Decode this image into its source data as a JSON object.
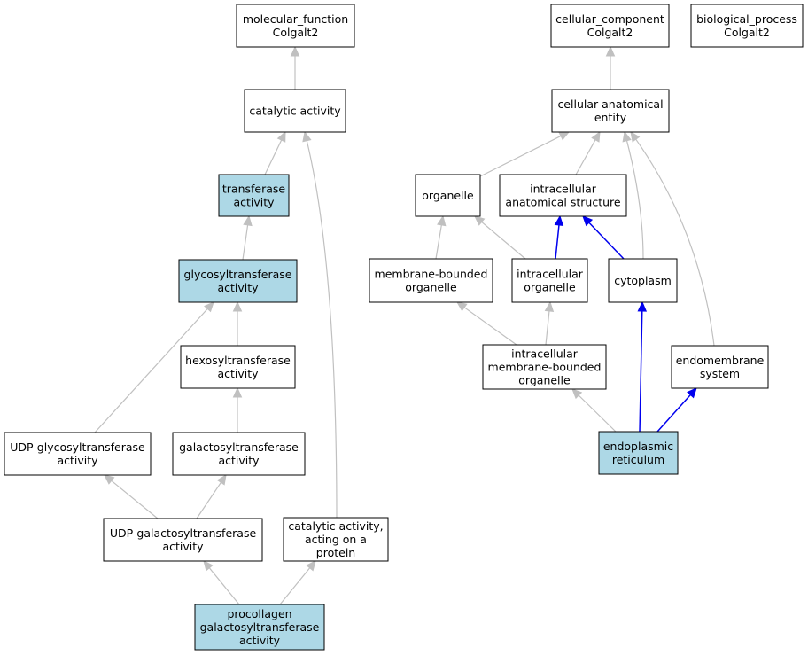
{
  "colors": {
    "highlight_fill": "#add8e6",
    "plain_fill": "#ffffff",
    "gray_edge": "#c0c0c0",
    "blue_edge": "#0000ee"
  },
  "nodes": {
    "molecular_function": {
      "lines": [
        "molecular_function",
        "Colgalt2"
      ],
      "highlight": false
    },
    "catalytic_activity": {
      "lines": [
        "catalytic activity"
      ],
      "highlight": false
    },
    "transferase_activity": {
      "lines": [
        "transferase",
        "activity"
      ],
      "highlight": true
    },
    "glycosyltransferase_activity": {
      "lines": [
        "glycosyltransferase",
        "activity"
      ],
      "highlight": true
    },
    "hexosyltransferase_activity": {
      "lines": [
        "hexosyltransferase",
        "activity"
      ],
      "highlight": false
    },
    "udp_glycosyltransferase_activity": {
      "lines": [
        "UDP-glycosyltransferase",
        "activity"
      ],
      "highlight": false
    },
    "galactosyltransferase_activity": {
      "lines": [
        "galactosyltransferase",
        "activity"
      ],
      "highlight": false
    },
    "udp_galactosyltransferase_activity": {
      "lines": [
        "UDP-galactosyltransferase",
        "activity"
      ],
      "highlight": false
    },
    "catalytic_activity_acting_on_protein": {
      "lines": [
        "catalytic activity,",
        "acting on a",
        "protein"
      ],
      "highlight": false
    },
    "procollagen_galactosyltransferase_activity": {
      "lines": [
        "procollagen",
        "galactosyltransferase",
        "activity"
      ],
      "highlight": true
    },
    "cellular_component": {
      "lines": [
        "cellular_component",
        "Colgalt2"
      ],
      "highlight": false
    },
    "biological_process": {
      "lines": [
        "biological_process",
        "Colgalt2"
      ],
      "highlight": false
    },
    "cellular_anatomical_entity": {
      "lines": [
        "cellular anatomical",
        "entity"
      ],
      "highlight": false
    },
    "organelle": {
      "lines": [
        "organelle"
      ],
      "highlight": false
    },
    "intracellular_anatomical_structure": {
      "lines": [
        "intracellular",
        "anatomical structure"
      ],
      "highlight": false
    },
    "membrane_bounded_organelle": {
      "lines": [
        "membrane-bounded",
        "organelle"
      ],
      "highlight": false
    },
    "intracellular_organelle": {
      "lines": [
        "intracellular",
        "organelle"
      ],
      "highlight": false
    },
    "cytoplasm": {
      "lines": [
        "cytoplasm"
      ],
      "highlight": false
    },
    "intracellular_membrane_bounded_organelle": {
      "lines": [
        "intracellular",
        "membrane-bounded",
        "organelle"
      ],
      "highlight": false
    },
    "endomembrane_system": {
      "lines": [
        "endomembrane",
        "system"
      ],
      "highlight": false
    },
    "endoplasmic_reticulum": {
      "lines": [
        "endoplasmic",
        "reticulum"
      ],
      "highlight": true
    }
  },
  "edges": [
    {
      "from": "catalytic_activity",
      "to": "molecular_function",
      "color": "gray"
    },
    {
      "from": "transferase_activity",
      "to": "catalytic_activity",
      "color": "gray"
    },
    {
      "from": "glycosyltransferase_activity",
      "to": "transferase_activity",
      "color": "gray"
    },
    {
      "from": "hexosyltransferase_activity",
      "to": "glycosyltransferase_activity",
      "color": "gray"
    },
    {
      "from": "udp_glycosyltransferase_activity",
      "to": "glycosyltransferase_activity",
      "color": "gray"
    },
    {
      "from": "galactosyltransferase_activity",
      "to": "hexosyltransferase_activity",
      "color": "gray"
    },
    {
      "from": "udp_galactosyltransferase_activity",
      "to": "udp_glycosyltransferase_activity",
      "color": "gray"
    },
    {
      "from": "udp_galactosyltransferase_activity",
      "to": "galactosyltransferase_activity",
      "color": "gray"
    },
    {
      "from": "catalytic_activity_acting_on_protein",
      "to": "catalytic_activity",
      "color": "gray"
    },
    {
      "from": "procollagen_galactosyltransferase_activity",
      "to": "udp_galactosyltransferase_activity",
      "color": "gray"
    },
    {
      "from": "procollagen_galactosyltransferase_activity",
      "to": "catalytic_activity_acting_on_protein",
      "color": "gray"
    },
    {
      "from": "cellular_anatomical_entity",
      "to": "cellular_component",
      "color": "gray"
    },
    {
      "from": "organelle",
      "to": "cellular_anatomical_entity",
      "color": "gray"
    },
    {
      "from": "intracellular_anatomical_structure",
      "to": "cellular_anatomical_entity",
      "color": "gray"
    },
    {
      "from": "cytoplasm",
      "to": "cellular_anatomical_entity",
      "color": "gray"
    },
    {
      "from": "endomembrane_system",
      "to": "cellular_anatomical_entity",
      "color": "gray"
    },
    {
      "from": "membrane_bounded_organelle",
      "to": "organelle",
      "color": "gray"
    },
    {
      "from": "intracellular_organelle",
      "to": "organelle",
      "color": "gray"
    },
    {
      "from": "intracellular_organelle",
      "to": "intracellular_anatomical_structure",
      "color": "blue"
    },
    {
      "from": "cytoplasm",
      "to": "intracellular_anatomical_structure",
      "color": "blue"
    },
    {
      "from": "intracellular_membrane_bounded_organelle",
      "to": "membrane_bounded_organelle",
      "color": "gray"
    },
    {
      "from": "intracellular_membrane_bounded_organelle",
      "to": "intracellular_organelle",
      "color": "gray"
    },
    {
      "from": "endoplasmic_reticulum",
      "to": "intracellular_membrane_bounded_organelle",
      "color": "gray"
    },
    {
      "from": "endoplasmic_reticulum",
      "to": "cytoplasm",
      "color": "blue"
    },
    {
      "from": "endoplasmic_reticulum",
      "to": "endomembrane_system",
      "color": "blue"
    }
  ]
}
